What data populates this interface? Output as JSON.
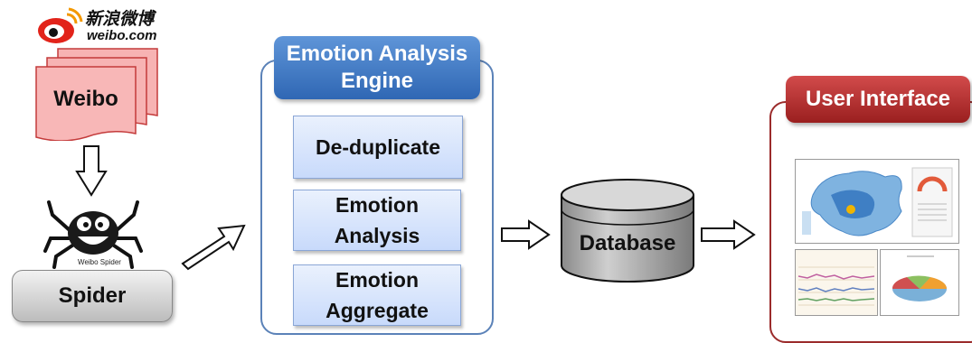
{
  "logo": {
    "chinese": "新浪微博",
    "domain": "weibo.com"
  },
  "weibo_label": "Weibo",
  "spider_caption": "Weibo Spider",
  "spider_label": "Spider",
  "engine": {
    "title": "Emotion Analysis Engine",
    "steps": [
      "De-duplicate",
      "Emotion Analysis",
      "Emotion Aggregate"
    ]
  },
  "database_label": "Database",
  "ui": {
    "title": "User Interface"
  }
}
